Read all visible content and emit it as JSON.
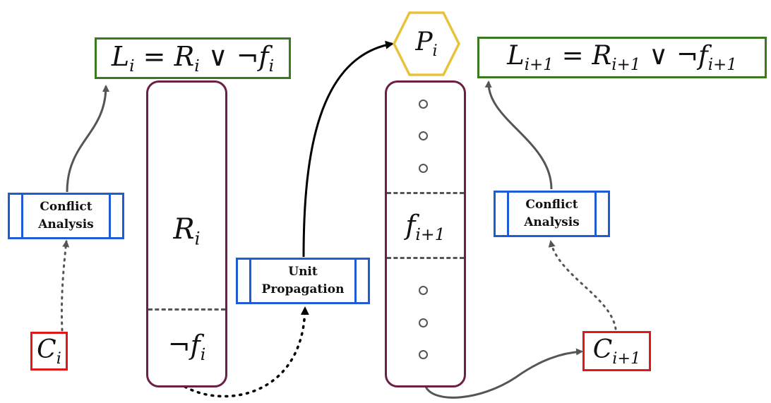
{
  "formulas": {
    "left": {
      "var": "L",
      "sub": "i",
      "rest1": " = R",
      "sub2": "i",
      "rest2": " ∨ ¬f",
      "sub3": "i"
    },
    "right": {
      "var": "L",
      "sub": "i+1",
      "rest1": " = R",
      "sub2": "i+1",
      "rest2": " ∨ ¬f",
      "sub3": "i+1"
    }
  },
  "propagated": {
    "var": "P",
    "sub": "i"
  },
  "left_trail": {
    "upper": {
      "var": "R",
      "sub": "i"
    },
    "lower": {
      "var": "¬f",
      "sub": "i"
    }
  },
  "right_trail": {
    "middle": {
      "var": "f",
      "sub": "i+1"
    }
  },
  "clauses": {
    "left": {
      "var": "C",
      "sub": "i"
    },
    "right": {
      "var": "C",
      "sub": "i+1"
    }
  },
  "processes": {
    "conflict_left": {
      "line1": "Conflict",
      "line2": "Analysis"
    },
    "unit_propagation": {
      "line1": "Unit",
      "line2": "Propagation"
    },
    "conflict_right": {
      "line1": "Conflict",
      "line2": "Analysis"
    }
  },
  "colors": {
    "formula_border": "#3a7a1f",
    "clause_border": "#e01818",
    "trail_border": "#6b1f47",
    "process_border": "#1f5bd4",
    "propagated_border": "#e8c23a",
    "arrow_gray": "#555555",
    "arrow_black": "#000000"
  }
}
